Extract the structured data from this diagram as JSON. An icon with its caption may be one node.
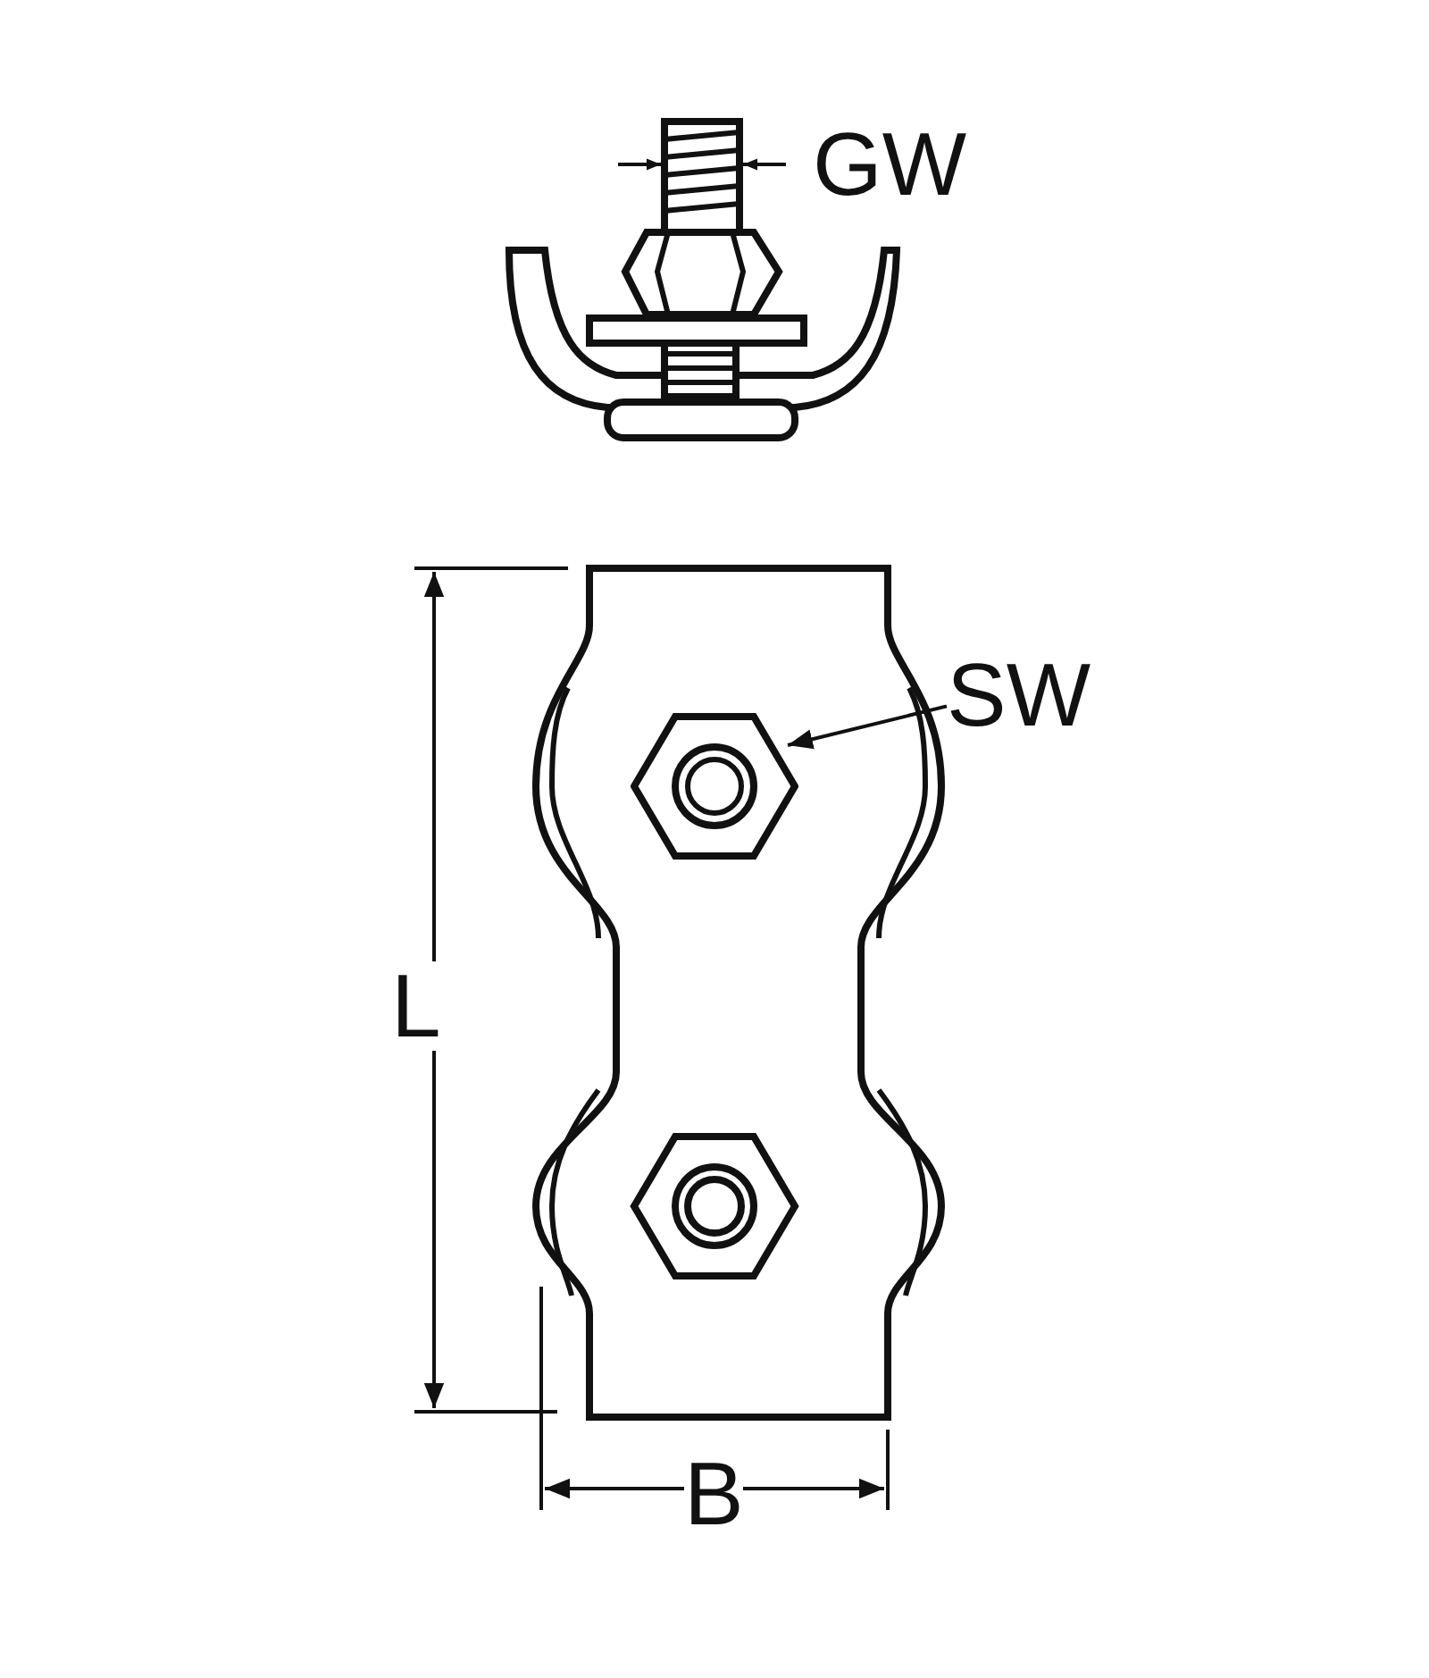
{
  "diagram": {
    "nodes": [
      {
        "text": [
          "SW"
        ]
      },
      {
        "text": [],
        "shape": "picture"
      }
    ],
    "edges": [
      {
        "from": 0,
        "to": 1,
        "arrow": "to"
      }
    ],
    "labels": [
      "GW",
      "L",
      "B"
    ]
  }
}
